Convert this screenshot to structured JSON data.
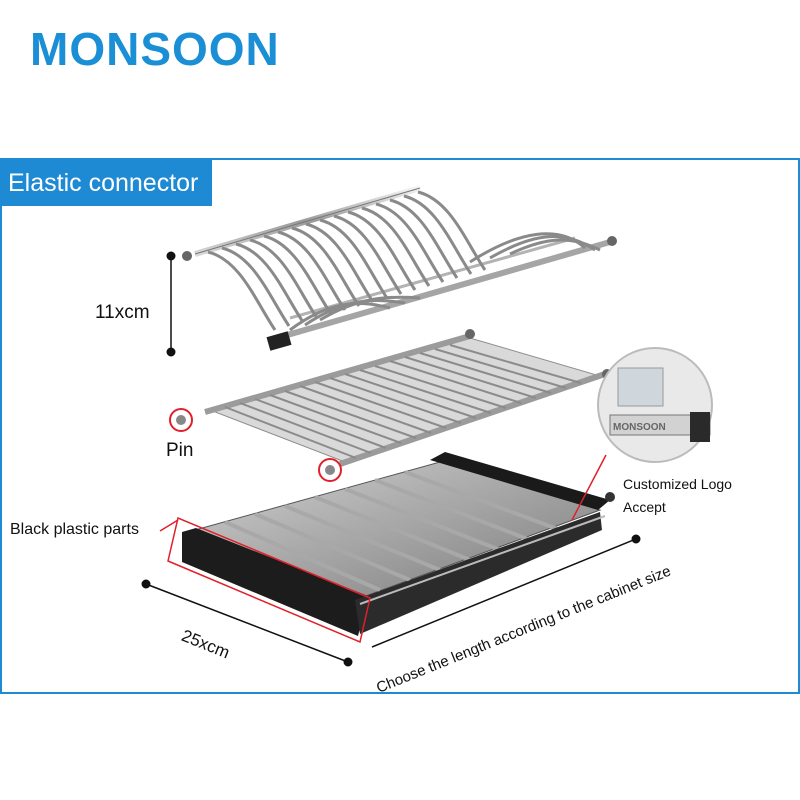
{
  "brand": {
    "name": "MONSOON"
  },
  "section": {
    "tag": "Elastic connector"
  },
  "labels": {
    "height": "11xcm",
    "pin": "Pin",
    "plastic_parts": "Black plastic parts",
    "logo_line1": "Customized Logo",
    "logo_line2": "Accept",
    "width": "25xcm",
    "length_note": "Choose the length according to the cabinet size"
  },
  "inset": {
    "logo_text": "MONSOON"
  },
  "colors": {
    "brand_blue": "#1a8fd6",
    "frame_blue": "#1e8ad3",
    "callout_red": "#e0202a"
  }
}
